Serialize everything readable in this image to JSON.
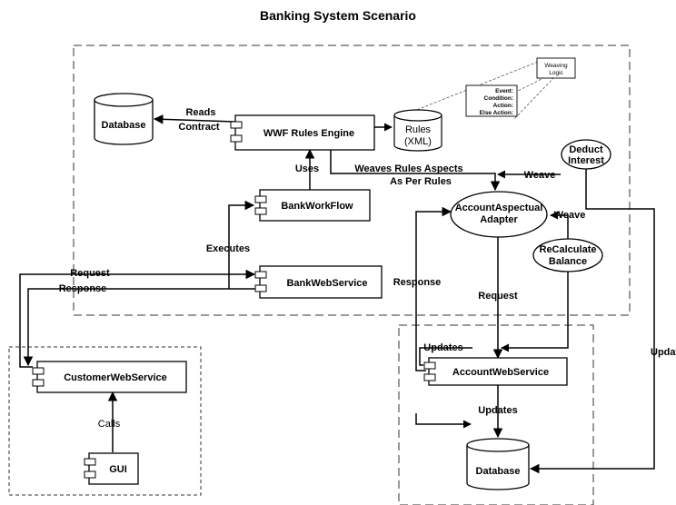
{
  "title": "Banking System Scenario",
  "components": {
    "wwf_rules_engine": "WWF Rules Engine",
    "bank_workflow": "BankWorkFlow",
    "bank_web_service": "BankWebService",
    "customer_web_service": "CustomerWebService",
    "gui": "GUI",
    "account_web_service": "AccountWebService"
  },
  "databases": {
    "top": "Database",
    "bottom": "Database"
  },
  "rules_store": {
    "line1": "Rules",
    "line2": "(XML)"
  },
  "ellipses": {
    "adapter_line1": "AccountAspectual",
    "adapter_line2": "Adapter",
    "deduct_line1": "Deduct",
    "deduct_line2": "Interest",
    "recalc_line1": "ReCalculate",
    "recalc_line2": "Balance"
  },
  "notes": {
    "weaving_line1": "Weaving",
    "weaving_line2": "Logic",
    "eca_event": "Event:",
    "eca_condition": "Condition:",
    "eca_action": "Action:",
    "eca_else": "Else Action:"
  },
  "edge_labels": {
    "reads_line1": "Reads",
    "reads_line2": "Contract",
    "uses": "Uses",
    "weaves_line1": "Weaves Rules Aspects",
    "weaves_line2": "As Per Rules",
    "weave_deduct": "Weave",
    "weave_recalc": "Weave",
    "executes": "Executes",
    "request_left": "Request",
    "response_left": "Response",
    "response_mid": "Response",
    "request_mid": "Request",
    "updates_recalc": "Updates",
    "updates_db": "Updates",
    "updates_right": "Updates",
    "calls": "Calls"
  }
}
